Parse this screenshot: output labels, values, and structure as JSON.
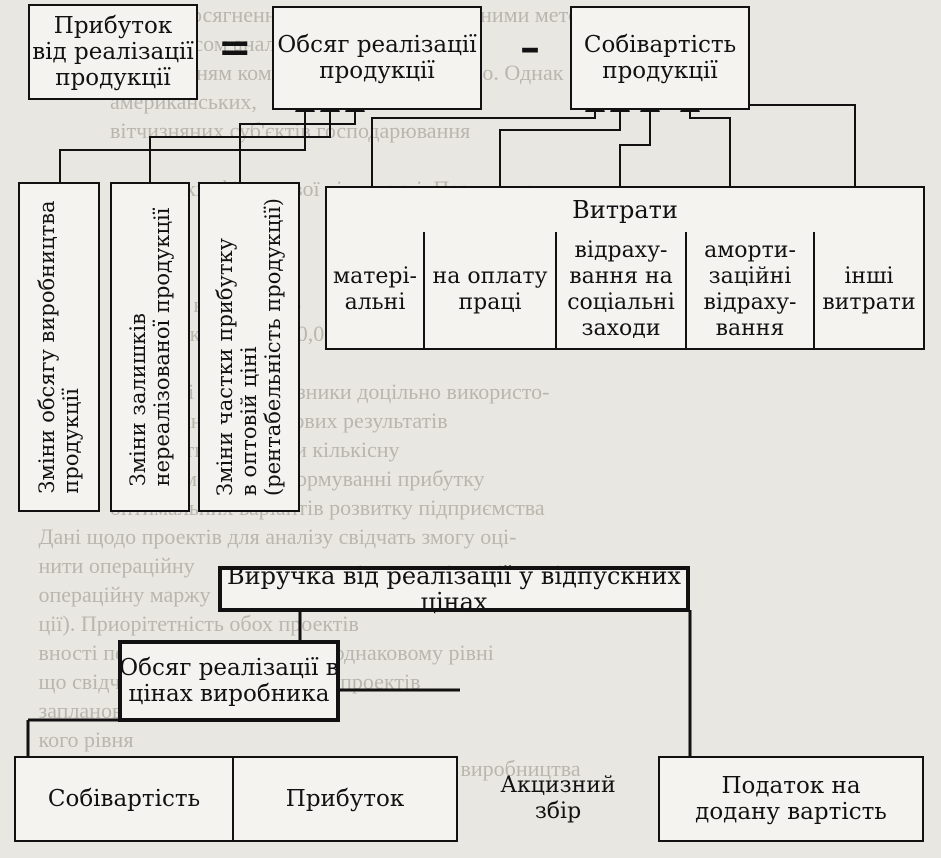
{
  "top": {
    "profit": "Прибуток\nвід реалізації\nпродукції",
    "equals": "=",
    "sales_volume": "Обсяг реалізації\nпродукції",
    "minus": "–",
    "cost": "Собівартість\nпродукції"
  },
  "factors": {
    "f1": "Зміни обсягу виробництва\nпродукції",
    "f2": "Зміни залишків\nнереалізованої продукції",
    "f3": "Зміни частки прибутку\nв оптовій ціні\n(рентабельність продукції)"
  },
  "expenses": {
    "title": "Витрати",
    "items": [
      "матері-\nальні",
      "на оплату\nпраці",
      "відраху-\nвання на\nсоціальні\nзаходи",
      "аморти-\nзаційні\nвідраху-\nвання",
      "інші\nвитрати"
    ]
  },
  "bottom": {
    "revenue": "Виручка від реалізації у відпускних цінах",
    "producer_prices": "Обсяг реалізації в\nцінах виробника",
    "parts": [
      "Собівартість",
      "Прибуток",
      "Акцизний\nзбір",
      "Податок на\nдодану вартість"
    ]
  }
}
